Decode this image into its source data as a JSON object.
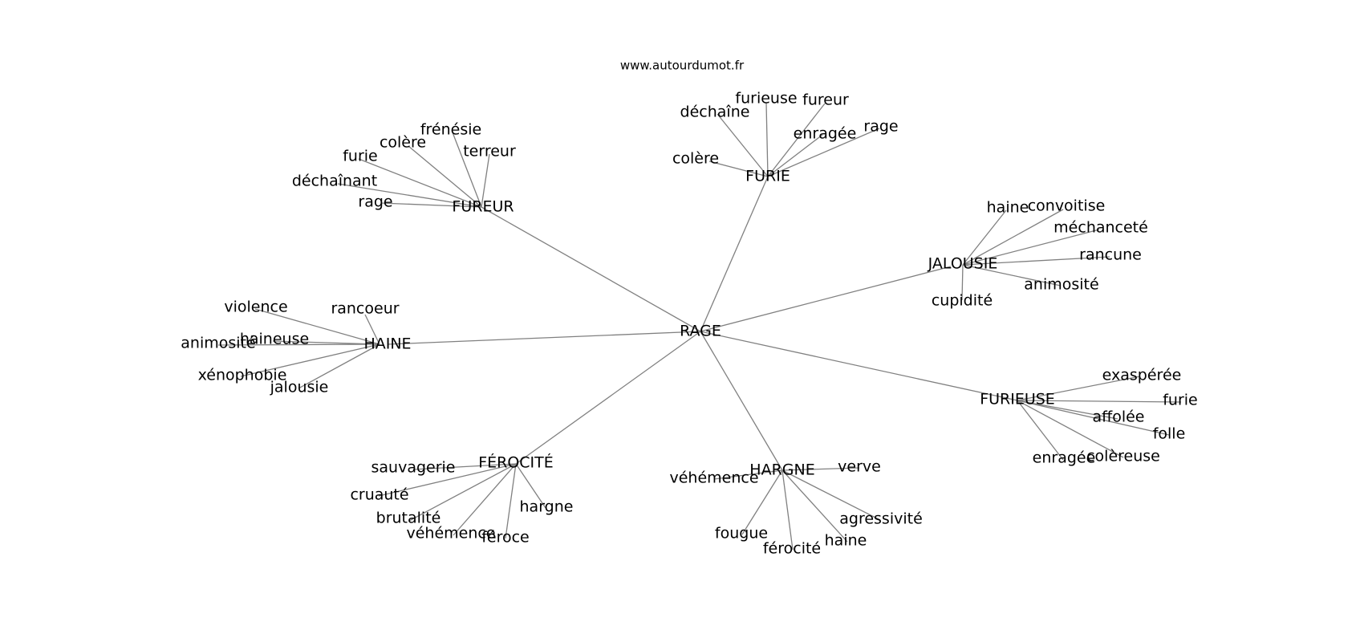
{
  "source_label": "www.autourdumot.fr",
  "center": "RAGE",
  "groups": [
    {
      "label": "FUREUR",
      "words": [
        "frénésie",
        "terreur",
        "colère",
        "furie",
        "déchaînant",
        "rage"
      ]
    },
    {
      "label": "FURIE",
      "words": [
        "furieuse",
        "fureur",
        "déchaîne",
        "enragée",
        "rage",
        "colère"
      ]
    },
    {
      "label": "JALOUSIE",
      "words": [
        "haine",
        "convoitise",
        "méchanceté",
        "rancune",
        "animosité",
        "cupidité"
      ]
    },
    {
      "label": "HAINE",
      "words": [
        "violence",
        "rancoeur",
        "haineuse",
        "animosité",
        "xénophobie",
        "jalousie"
      ]
    },
    {
      "label": "FURIEUSE",
      "words": [
        "exaspérée",
        "furie",
        "affolée",
        "folle",
        "colèreuse",
        "enragée"
      ]
    },
    {
      "label": "FÉROCITÉ",
      "words": [
        "sauvagerie",
        "cruauté",
        "hargne",
        "brutalité",
        "véhémence",
        "féroce"
      ]
    },
    {
      "label": "HARGNE",
      "words": [
        "verve",
        "véhémence",
        "agressivité",
        "fougue",
        "haine",
        "férocité"
      ]
    }
  ]
}
